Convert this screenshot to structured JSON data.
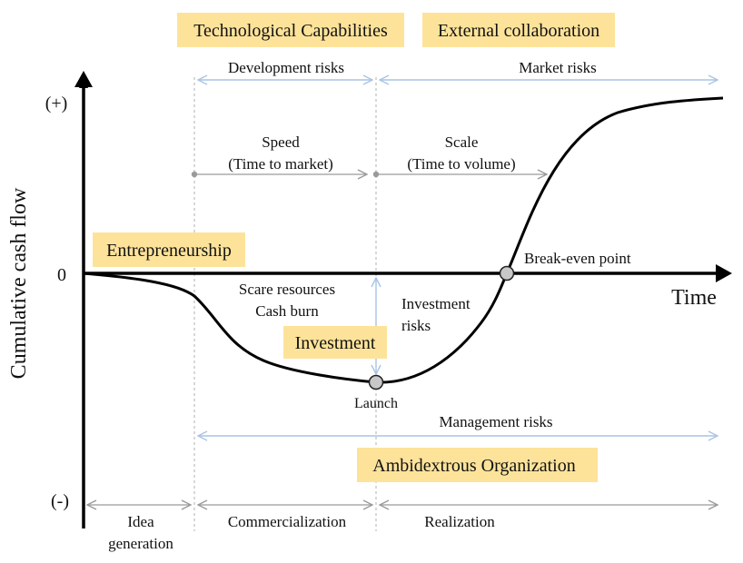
{
  "boxes": {
    "tech": "Technological Capabilities",
    "external": "External collaboration",
    "entrepreneurship": "Entrepreneurship",
    "investment": "Investment",
    "ambidextrous": "Ambidextrous Organization"
  },
  "axis": {
    "y_label": "Cumulative cash flow",
    "x_label": "Time",
    "plus": "(+)",
    "zero": "0",
    "minus": "(-)"
  },
  "risks": {
    "development": "Development risks",
    "market": "Market risks",
    "management": "Management risks",
    "investment_line1": "Investment",
    "investment_line2": "risks"
  },
  "drivers": {
    "speed_line1": "Speed",
    "speed_line2": "(Time to market)",
    "scale_line1": "Scale",
    "scale_line2": "(Time to volume)"
  },
  "annotations": {
    "scarce_line1": "Scare resources",
    "scarce_line2": "Cash burn",
    "launch": "Launch",
    "breakeven": "Break-even point"
  },
  "phases": {
    "idea_line1": "Idea",
    "idea_line2": "generation",
    "commercialization": "Commercialization",
    "realization": "Realization"
  },
  "colors": {
    "box_fill": "#fde39a",
    "risk_arrow": "#a9c4e4",
    "grey_arrow": "#9a9a9a",
    "marker_fill": "#c8c8c8"
  }
}
